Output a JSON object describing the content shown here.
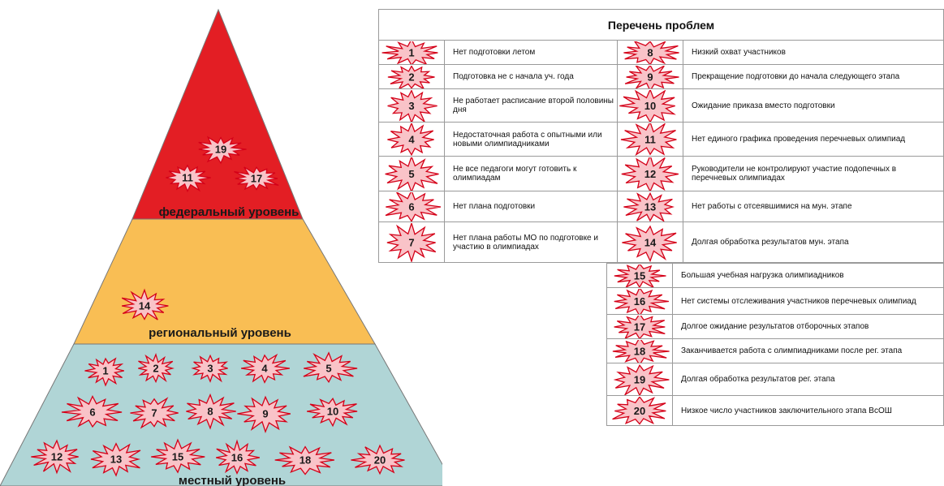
{
  "table_title": "Перечень проблем",
  "levels": {
    "federal": "федеральный уровень",
    "regional": "региональный уровень",
    "local": "местный уровень"
  },
  "colors": {
    "federal": "#e31e24",
    "regional": "#f9be54",
    "local": "#b0d5d6",
    "star_fill": "#f9c3c8",
    "star_stroke": "#d40018"
  },
  "problems": [
    {
      "n": "1",
      "text": "Нет подготовки летом"
    },
    {
      "n": "2",
      "text": "Подготовка не с начала уч. года"
    },
    {
      "n": "3",
      "text": "Не работает расписание второй половины дня"
    },
    {
      "n": "4",
      "text": "Недостаточная работа с опытными или новыми олимпиадниками"
    },
    {
      "n": "5",
      "text": "Не все педагоги могут готовить к олимпиадам"
    },
    {
      "n": "6",
      "text": "Нет плана подготовки"
    },
    {
      "n": "7",
      "text": "Нет плана работы МО по подготовке и участию в олимпиадах"
    },
    {
      "n": "8",
      "text": "Низкий охват участников"
    },
    {
      "n": "9",
      "text": "Прекращение подготовки до начала следующего этапа"
    },
    {
      "n": "10",
      "text": "Ожидание приказа вместо подготовки"
    },
    {
      "n": "11",
      "text": "Нет единого графика проведения перечневых олимпиад"
    },
    {
      "n": "12",
      "text": "Руководители не контролируют участие подопечных в перечневых олимпиадах"
    },
    {
      "n": "13",
      "text": "Нет работы с отсеявшимися на мун. этапе"
    },
    {
      "n": "14",
      "text": "Долгая обработка результатов мун. этапа"
    },
    {
      "n": "15",
      "text": "Большая учебная нагрузка олимпиадников"
    },
    {
      "n": "16",
      "text": "Нет системы отслеживания участников перечневых олимпиад"
    },
    {
      "n": "17",
      "text": "Долгое ожидание результатов отборочных этапов"
    },
    {
      "n": "18",
      "text": "Заканчивается работа с олимпиадниками после рег. этапа"
    },
    {
      "n": "19",
      "text": "Долгая обработка результатов рег. этапа"
    },
    {
      "n": "20",
      "text": "Низкое число участников заключительного этапа ВсОШ"
    }
  ],
  "pyramid_badges": {
    "federal": [
      "19",
      "11",
      "17"
    ],
    "regional": [
      "14"
    ],
    "local": [
      "1",
      "2",
      "3",
      "4",
      "5",
      "6",
      "7",
      "8",
      "9",
      "10",
      "12",
      "13",
      "15",
      "16",
      "18",
      "20"
    ]
  }
}
